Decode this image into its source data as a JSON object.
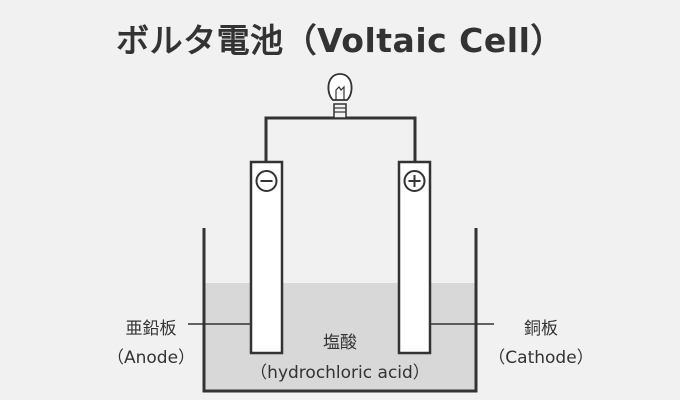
{
  "title": "ボルタ電池（Voltaic Cell）",
  "anode": {
    "label_jp": "亜鉛板",
    "label_en": "（Anode）",
    "sign": "−"
  },
  "cathode": {
    "label_jp": "銅板",
    "label_en": "（Cathode）",
    "sign": "+"
  },
  "solution": {
    "label_jp": "塩酸",
    "label_en": "（hydrochloric acid）"
  },
  "colors": {
    "background": "#f1f1f1",
    "line": "#333333",
    "liquid": "#d8d8d8",
    "electrode_fill": "#ffffff"
  },
  "icons": [
    "light-bulb-icon",
    "minus-terminal-icon",
    "plus-terminal-icon"
  ]
}
